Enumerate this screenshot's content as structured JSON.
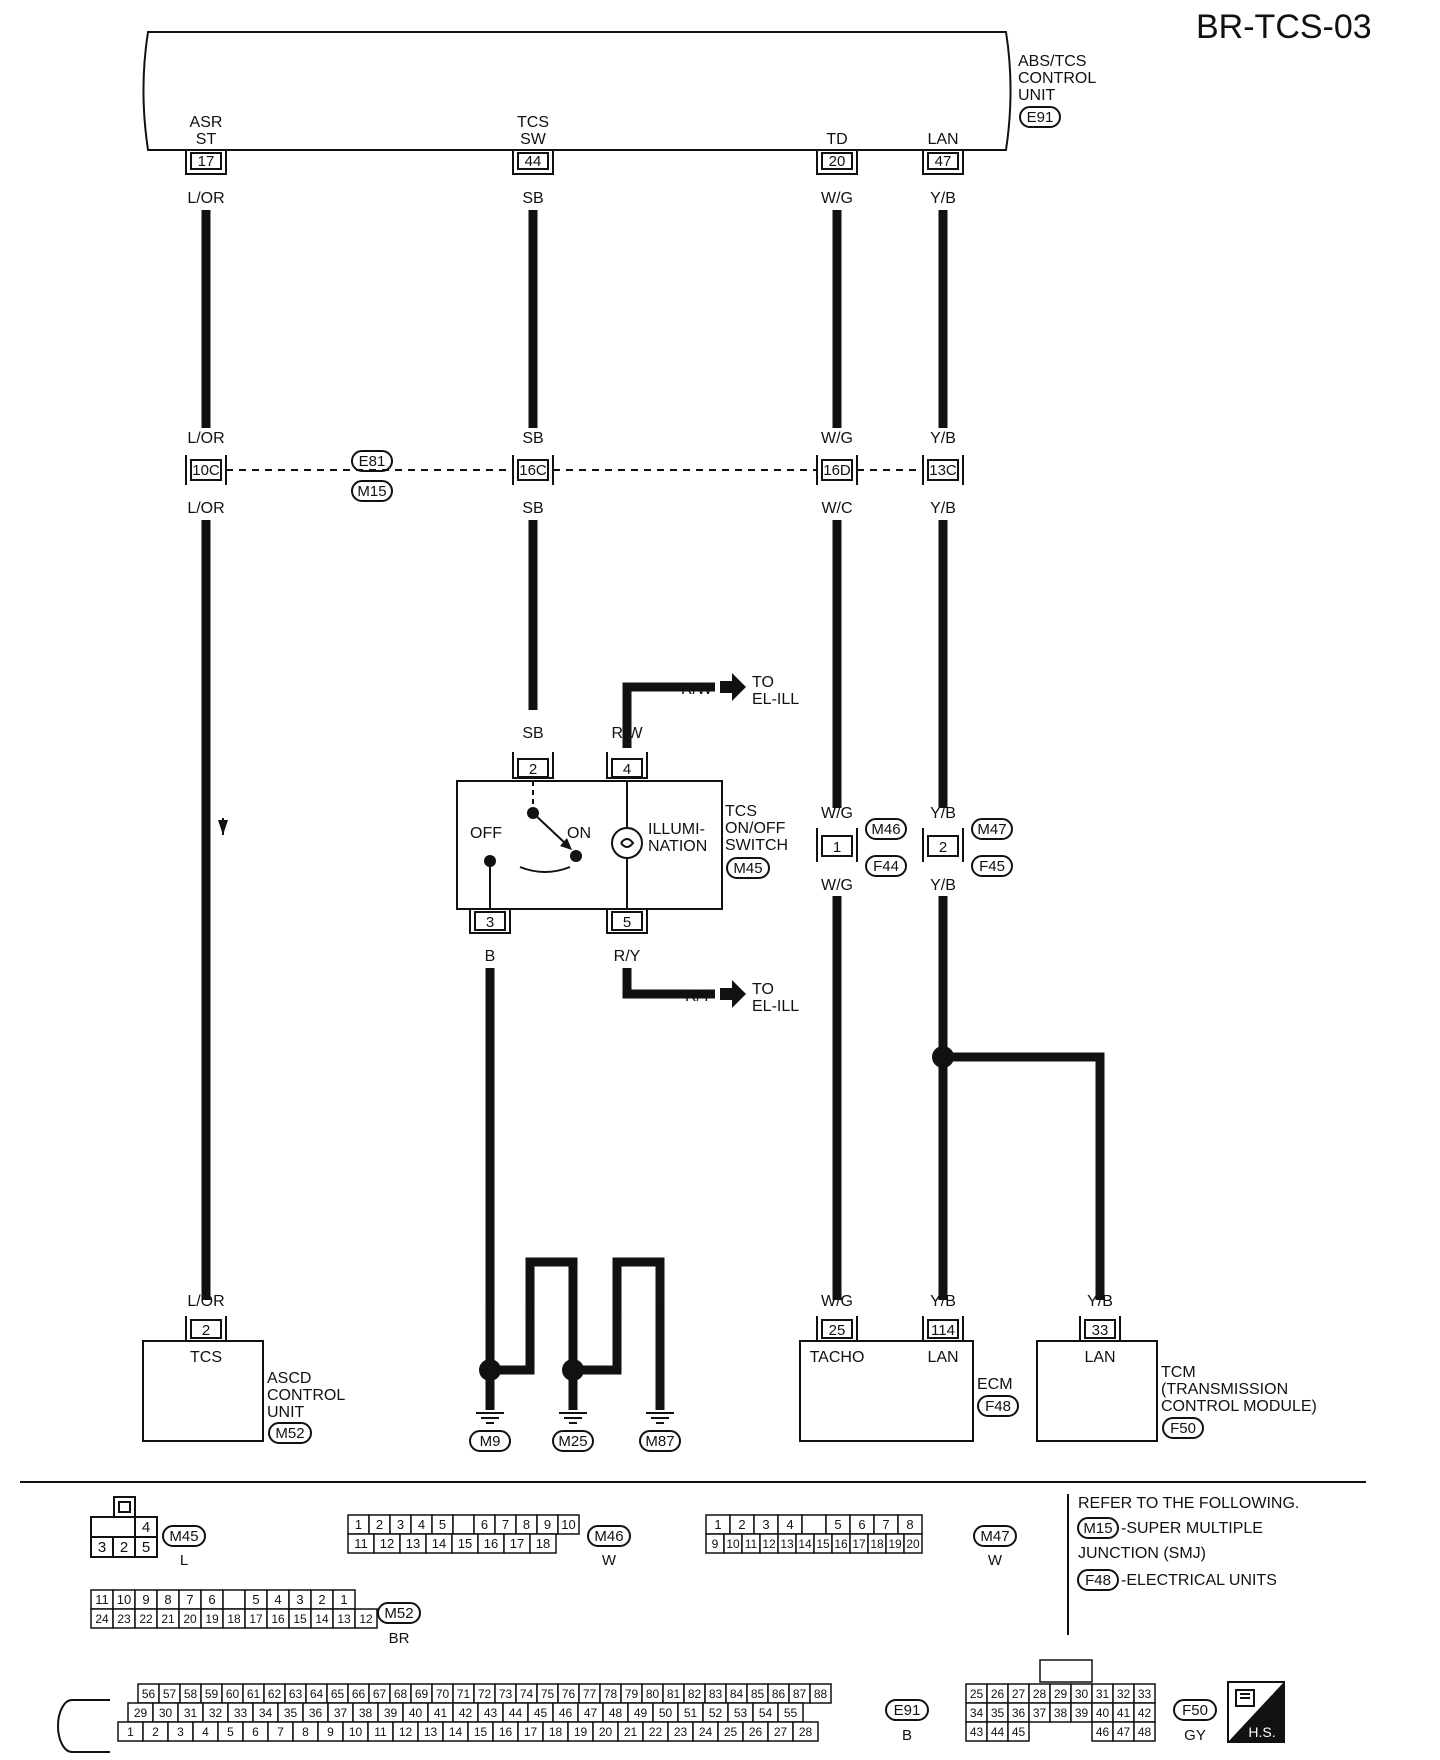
{
  "page_id": "BR-TCS-03",
  "control_unit": {
    "lines": [
      "ABS/TCS",
      "CONTROL",
      "UNIT"
    ],
    "connector": "E91",
    "terminals": [
      {
        "name_lines": [
          "ASR",
          "ST"
        ],
        "pin": "17",
        "color": "L/OR"
      },
      {
        "name_lines": [
          "TCS",
          "SW"
        ],
        "pin": "44",
        "color": "SB"
      },
      {
        "name_lines": [
          "TD"
        ],
        "pin": "20",
        "color": "W/G"
      },
      {
        "name_lines": [
          "LAN"
        ],
        "pin": "47",
        "color": "Y/B"
      }
    ]
  },
  "junction": {
    "connectors": [
      "E81",
      "M15"
    ],
    "pins": [
      {
        "pin": "10C",
        "top": "L/OR",
        "bottom": "L/OR"
      },
      {
        "pin": "16C",
        "top": "SB",
        "bottom": "SB"
      },
      {
        "pin": "16D",
        "top": "W/G",
        "bottom": "W/C"
      },
      {
        "pin": "13C",
        "top": "Y/B",
        "bottom": "Y/B"
      }
    ]
  },
  "switch": {
    "name_lines": [
      "TCS",
      "ON/OFF",
      "SWITCH"
    ],
    "connector": "M45",
    "off_label": "OFF",
    "on_label": "ON",
    "illum_lines": [
      "ILLUMI-",
      "NATION"
    ],
    "pins": {
      "p2": "2",
      "p4": "4",
      "p3": "3",
      "p5": "5"
    },
    "wire_in": "SB",
    "wire_rw": "R/W",
    "wire_ry": "R/Y",
    "wire_gnd": "B",
    "to_label": [
      "TO",
      "EL-ILL"
    ]
  },
  "inline": {
    "m46": {
      "pin": "1",
      "top": "W/G",
      "bottom": "W/G",
      "connectors": [
        "M46",
        "F44"
      ]
    },
    "m47": {
      "pin": "2",
      "top": "Y/B",
      "bottom": "Y/B",
      "connectors": [
        "M47",
        "F45"
      ]
    }
  },
  "grounds": {
    "wire": "B",
    "labels": [
      "M9",
      "M25",
      "M87"
    ]
  },
  "ascd": {
    "pin": "2",
    "color": "L/OR",
    "terminal": "TCS",
    "lines": [
      "ASCD",
      "CONTROL",
      "UNIT"
    ],
    "connector": "M52"
  },
  "ecm": {
    "pins": [
      {
        "pin": "25",
        "color": "W/G",
        "name": "TACHO"
      },
      {
        "pin": "114",
        "color": "Y/B",
        "name": "LAN"
      }
    ],
    "name": "ECM",
    "connector": "F48"
  },
  "tcm": {
    "pin": "33",
    "color": "Y/B",
    "terminal": "LAN",
    "lines": [
      "TCM",
      "(TRANSMISSION",
      "CONTROL MODULE)"
    ],
    "connector": "F50"
  },
  "connector_views": {
    "m45": {
      "top": "4",
      "bottom": [
        "3",
        "2",
        "5"
      ],
      "id": "M45",
      "color": "L"
    },
    "m46": {
      "row1": [
        "1",
        "2",
        "3",
        "4",
        "5",
        "",
        "6",
        "7",
        "8",
        "9",
        "10"
      ],
      "row2": [
        "11",
        "12",
        "13",
        "14",
        "15",
        "16",
        "17",
        "18"
      ],
      "id": "M46",
      "color": "W"
    },
    "m47": {
      "row1": [
        "1",
        "2",
        "3",
        "4",
        "",
        "5",
        "6",
        "7",
        "8"
      ],
      "row2": [
        "9",
        "10",
        "11",
        "12",
        "13",
        "14",
        "15",
        "16",
        "17",
        "18",
        "19",
        "20"
      ],
      "id": "M47",
      "color": "W"
    },
    "m52": {
      "row1": [
        "11",
        "10",
        "9",
        "8",
        "7",
        "6",
        "",
        "5",
        "4",
        "3",
        "2",
        "1"
      ],
      "row2": [
        "24",
        "23",
        "22",
        "21",
        "20",
        "19",
        "18",
        "17",
        "16",
        "15",
        "14",
        "13",
        "12"
      ],
      "id": "M52",
      "color": "BR"
    },
    "e91": {
      "row1": [
        "56",
        "57",
        "58",
        "59",
        "60",
        "61",
        "62",
        "63",
        "64",
        "65",
        "66",
        "67",
        "68",
        "69",
        "70",
        "71",
        "72",
        "73",
        "74",
        "75",
        "76",
        "77",
        "78",
        "79",
        "80",
        "81",
        "82",
        "83",
        "84",
        "85",
        "86",
        "87",
        "88"
      ],
      "row2": [
        "29",
        "30",
        "31",
        "32",
        "33",
        "34",
        "35",
        "36",
        "37",
        "38",
        "39",
        "40",
        "41",
        "42",
        "43",
        "44",
        "45",
        "46",
        "47",
        "48",
        "49",
        "50",
        "51",
        "52",
        "53",
        "54",
        "55"
      ],
      "row3": [
        "1",
        "2",
        "3",
        "4",
        "5",
        "6",
        "7",
        "8",
        "9",
        "10",
        "11",
        "12",
        "13",
        "14",
        "15",
        "16",
        "17",
        "18",
        "19",
        "20",
        "21",
        "22",
        "23",
        "24",
        "25",
        "26",
        "27",
        "28"
      ],
      "id": "E91",
      "color": "B"
    },
    "f50": {
      "row1": [
        "25",
        "26",
        "27",
        "28",
        "29",
        "30",
        "31",
        "32",
        "33"
      ],
      "row2": [
        "34",
        "35",
        "36",
        "37",
        "38",
        "39",
        "40",
        "41",
        "42"
      ],
      "row3": [
        "43",
        "44",
        "45",
        "46",
        "47",
        "48"
      ],
      "id": "F50",
      "color": "GY"
    }
  },
  "refer": {
    "heading": "REFER TO THE FOLLOWING.",
    "items": [
      {
        "id": "M15",
        "text": "-SUPER MULTIPLE"
      },
      {
        "text": "JUNCTION (SMJ)"
      },
      {
        "id": "F48",
        "text": "-ELECTRICAL UNITS"
      }
    ]
  },
  "hs_badge": "H.S."
}
